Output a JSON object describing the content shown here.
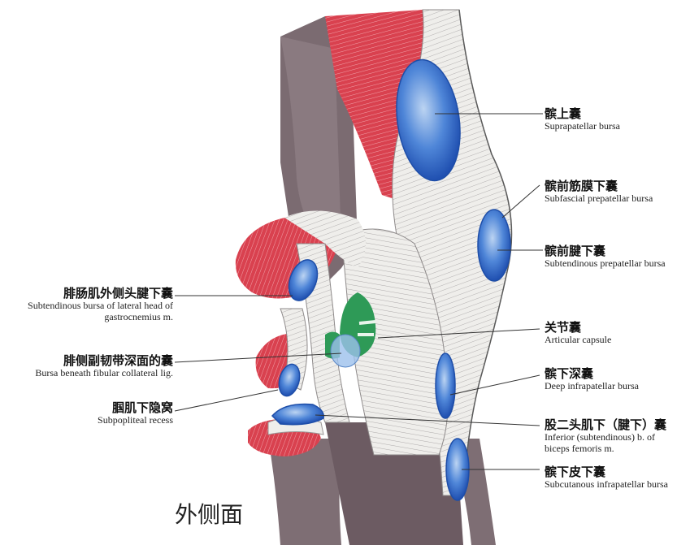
{
  "view_title": "外侧面",
  "colors": {
    "muscle": "#d63a48",
    "muscle_light": "#e8808a",
    "tendon": "#ecebe8",
    "tendon_line": "#a9a6a6",
    "bone": "#7e6d72",
    "bone_dark": "#5e4f55",
    "bursa": "#2f6fd6",
    "bursa_dark": "#1e4ea8",
    "capsule": "#2e9a57",
    "leader": "#333333"
  },
  "labels": {
    "suprapatellar": {
      "zh": "髌上囊",
      "en": "Suprapatellar bursa"
    },
    "subfascial_prepatellar": {
      "zh": "髌前筋膜下囊",
      "en": "Subfascial prepatellar bursa"
    },
    "subtendinous_prepatellar": {
      "zh": "髌前腱下囊",
      "en": "Subtendinous prepatellar bursa"
    },
    "articular_capsule": {
      "zh": "关节囊",
      "en": "Articular capsule"
    },
    "deep_infrapatellar": {
      "zh": "髌下深囊",
      "en": "Deep infrapatellar bursa"
    },
    "biceps_femoris": {
      "zh": "股二头肌下（腱下）囊",
      "en1": "Inferior (subtendinous) b. of",
      "en2": "biceps femoris m."
    },
    "subcutaneous_infrapatellar": {
      "zh": "髌下皮下囊",
      "en": "Subcutanous infrapatellar bursa"
    },
    "gastrocnemius": {
      "zh": "腓肠肌外侧头腱下囊",
      "en1": "Subtendinous bursa of lateral head of",
      "en2": "gastrocnemius m."
    },
    "fibular_collateral": {
      "zh": "腓侧副韧带深面的囊",
      "en": "Bursa beneath fibular collateral lig."
    },
    "subpopliteal": {
      "zh": "腘肌下隐窝",
      "en": "Subpopliteal recess"
    }
  }
}
